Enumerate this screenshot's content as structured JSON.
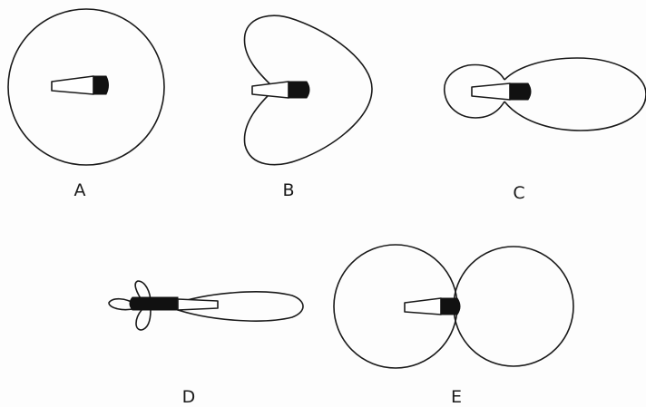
{
  "patterns": [
    {
      "id": "A",
      "label": "A"
    },
    {
      "id": "B",
      "label": "B"
    },
    {
      "id": "C",
      "label": "C"
    },
    {
      "id": "D",
      "label": "D"
    },
    {
      "id": "E",
      "label": "E"
    }
  ],
  "colors": {
    "ink": "#1a1a1a",
    "paper": "#fdfdfd"
  }
}
